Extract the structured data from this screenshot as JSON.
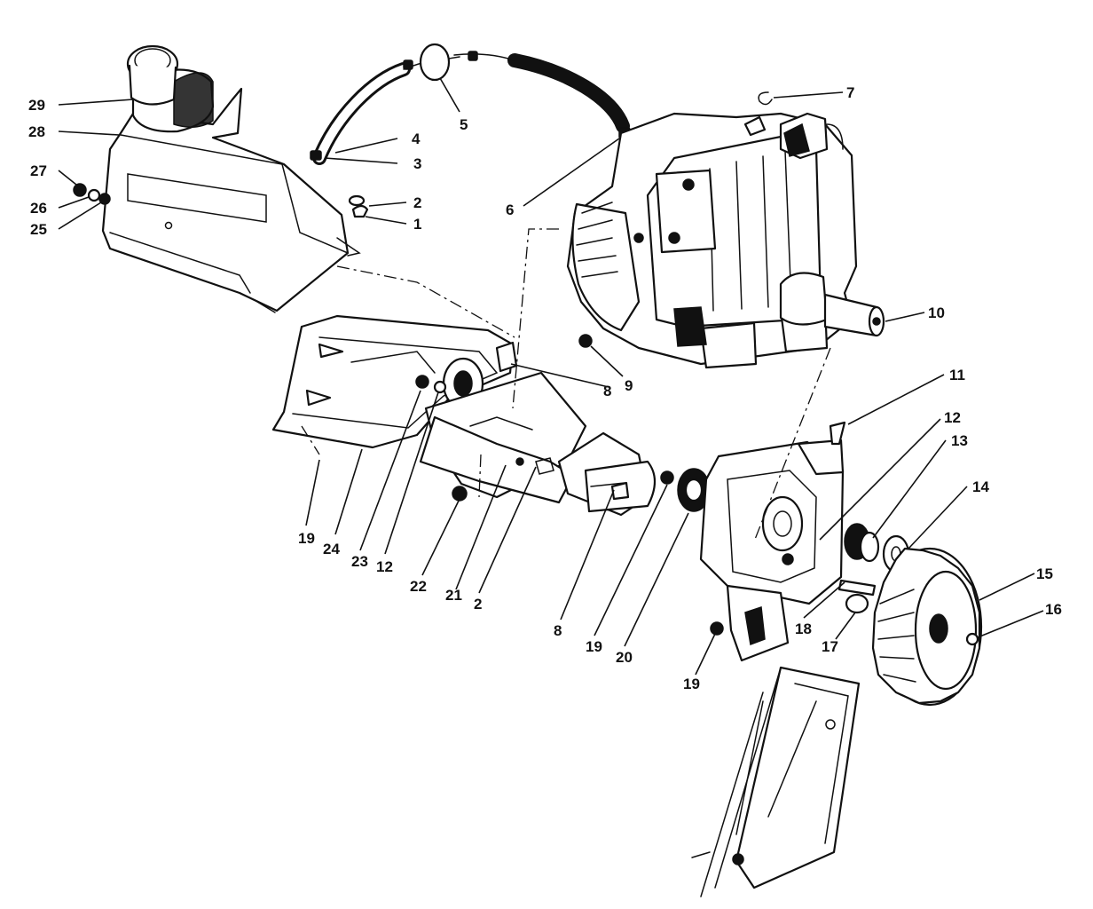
{
  "diagram": {
    "callouts": [
      {
        "id": "c29",
        "text": "29"
      },
      {
        "id": "c28",
        "text": "28"
      },
      {
        "id": "c27",
        "text": "27"
      },
      {
        "id": "c26",
        "text": "26"
      },
      {
        "id": "c25",
        "text": "25"
      },
      {
        "id": "c5",
        "text": "5"
      },
      {
        "id": "c4",
        "text": "4"
      },
      {
        "id": "c3",
        "text": "3"
      },
      {
        "id": "c2a",
        "text": "2"
      },
      {
        "id": "c1",
        "text": "1"
      },
      {
        "id": "c7",
        "text": "7"
      },
      {
        "id": "c6",
        "text": "6"
      },
      {
        "id": "c10",
        "text": "10"
      },
      {
        "id": "c8a",
        "text": "8"
      },
      {
        "id": "c9",
        "text": "9"
      },
      {
        "id": "c11",
        "text": "11"
      },
      {
        "id": "c12a",
        "text": "12"
      },
      {
        "id": "c13",
        "text": "13"
      },
      {
        "id": "c14",
        "text": "14"
      },
      {
        "id": "c15",
        "text": "15"
      },
      {
        "id": "c16",
        "text": "16"
      },
      {
        "id": "c17",
        "text": "17"
      },
      {
        "id": "c18",
        "text": "18"
      },
      {
        "id": "c19a",
        "text": "19"
      },
      {
        "id": "c24",
        "text": "24"
      },
      {
        "id": "c23",
        "text": "23"
      },
      {
        "id": "c12b",
        "text": "12"
      },
      {
        "id": "c22",
        "text": "22"
      },
      {
        "id": "c21",
        "text": "21"
      },
      {
        "id": "c2b",
        "text": "2"
      },
      {
        "id": "c8b",
        "text": "8"
      },
      {
        "id": "c19b",
        "text": "19"
      },
      {
        "id": "c20",
        "text": "20"
      },
      {
        "id": "c19c",
        "text": "19"
      }
    ]
  }
}
